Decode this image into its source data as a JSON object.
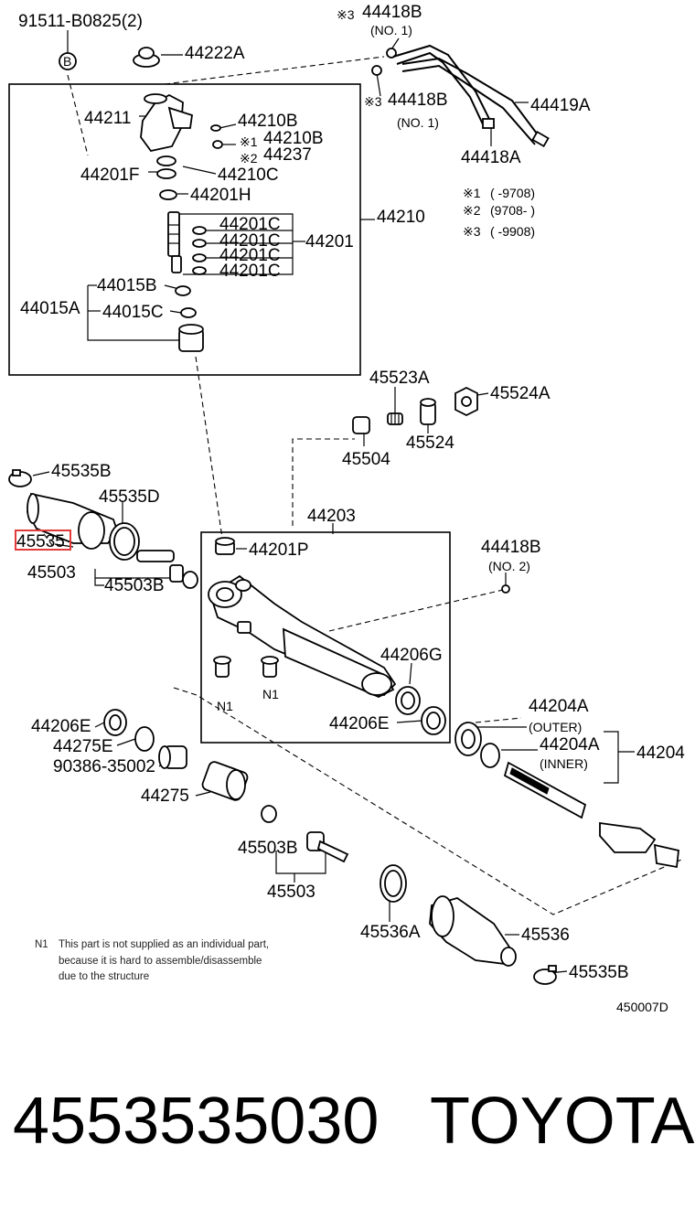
{
  "labels": {
    "l_91511": "91511-B0825(2)",
    "l_B": "B",
    "l_44222A": "44222A",
    "l_44418B_1": "44418B",
    "l_no1_top": "(NO. 1)",
    "l_44418B_2": "44418B",
    "l_no1_mid": "(NO. 1)",
    "l_44419A": "44419A",
    "l_44418A": "44418A",
    "l_44211": "44211",
    "l_44210B_1": "44210B",
    "l_44210B_2": "44210B",
    "l_44237": "44237",
    "l_44201F": "44201F",
    "l_44210C": "44210C",
    "l_44201H": "44201H",
    "l_44210": "44210",
    "l_44201C_1": "44201C",
    "l_44201C_2": "44201C",
    "l_44201C_3": "44201C",
    "l_44201C_4": "44201C",
    "l_44201": "44201",
    "l_44015B": "44015B",
    "l_44015A": "44015A",
    "l_44015C": "44015C",
    "l_45523A": "45523A",
    "l_45524A": "45524A",
    "l_45504": "45504",
    "l_45524": "45524",
    "l_45535B_1": "45535B",
    "l_45535D": "45535D",
    "l_45535": "45535",
    "l_44203": "44203",
    "l_44201P": "44201P",
    "l_44418B_3": "44418B",
    "l_no2": "(NO. 2)",
    "l_45503_1": "45503",
    "l_45503B_1": "45503B",
    "l_44206G": "44206G",
    "l_N1_a": "N1",
    "l_N1_b": "N1",
    "l_44206E_1": "44206E",
    "l_44206E_2": "44206E",
    "l_44275E": "44275E",
    "l_90386": "90386-35002",
    "l_44275": "44275",
    "l_44204A_1": "44204A",
    "l_outer": "(OUTER)",
    "l_44204A_2": "44204A",
    "l_inner": "(INNER)",
    "l_44204": "44204",
    "l_45503B_2": "45503B",
    "l_45503_2": "45503",
    "l_45536A": "45536A",
    "l_45536": "45536",
    "l_45535B_2": "45535B"
  },
  "footnote_marks": {
    "m3a": "※3",
    "m3b": "※3",
    "m1": "※1",
    "m2": "※2"
  },
  "legend": {
    "r1_mark": "※1",
    "r1": "(      -9708)",
    "r2_mark": "※2",
    "r2": "(9708-      )",
    "r3_mark": "※3",
    "r3": "(      -9908)"
  },
  "note": {
    "tag": "N1",
    "line1": "This part is not supplied as an individual part,",
    "line2": "because it is hard to assemble/disassemble",
    "line3": "due to the structure"
  },
  "diagram_code": "450007D",
  "highlight_part": "45535",
  "footer": {
    "part_number": "4553535030",
    "brand": "TOYOTA"
  }
}
